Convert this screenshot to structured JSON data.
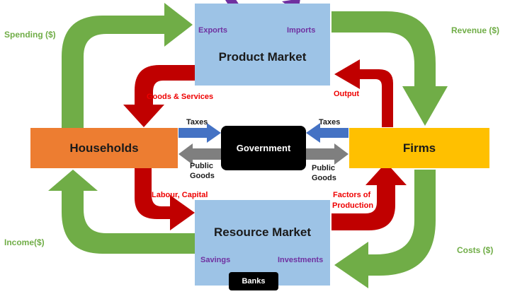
{
  "nodes": {
    "product_market": "Product Market",
    "resource_market": "Resource Market",
    "households": "Households",
    "firms": "Firms",
    "government": "Government",
    "banks": "Banks"
  },
  "green_labels": {
    "spending": "Spending ($)",
    "revenue": "Revenue ($)",
    "income": "Income($)",
    "costs": "Costs ($)"
  },
  "red_labels": {
    "goods_services": "Goods & Services",
    "output": "Output",
    "labour_capital": "Labour, Capital",
    "factors_line1": "Factors of",
    "factors_line2": "Production"
  },
  "purple_labels": {
    "exports": "Exports",
    "imports": "Imports",
    "savings": "Savings",
    "investments": "Investments"
  },
  "gov_labels": {
    "taxes_left": "Taxes",
    "taxes_right": "Taxes",
    "public_left_1": "Public",
    "public_left_2": "Goods",
    "public_right_1": "Public",
    "public_right_2": "Goods"
  },
  "colors": {
    "green_flow": "#70ad47",
    "red_flow": "#c00000",
    "purple_flow": "#7030a0",
    "blue_arrow": "#4472c4",
    "grey_arrow": "#7f7f7f",
    "market_box": "#9dc3e6",
    "households_box": "#ed7d31",
    "firms_box": "#ffc000",
    "government_box": "#000000"
  }
}
